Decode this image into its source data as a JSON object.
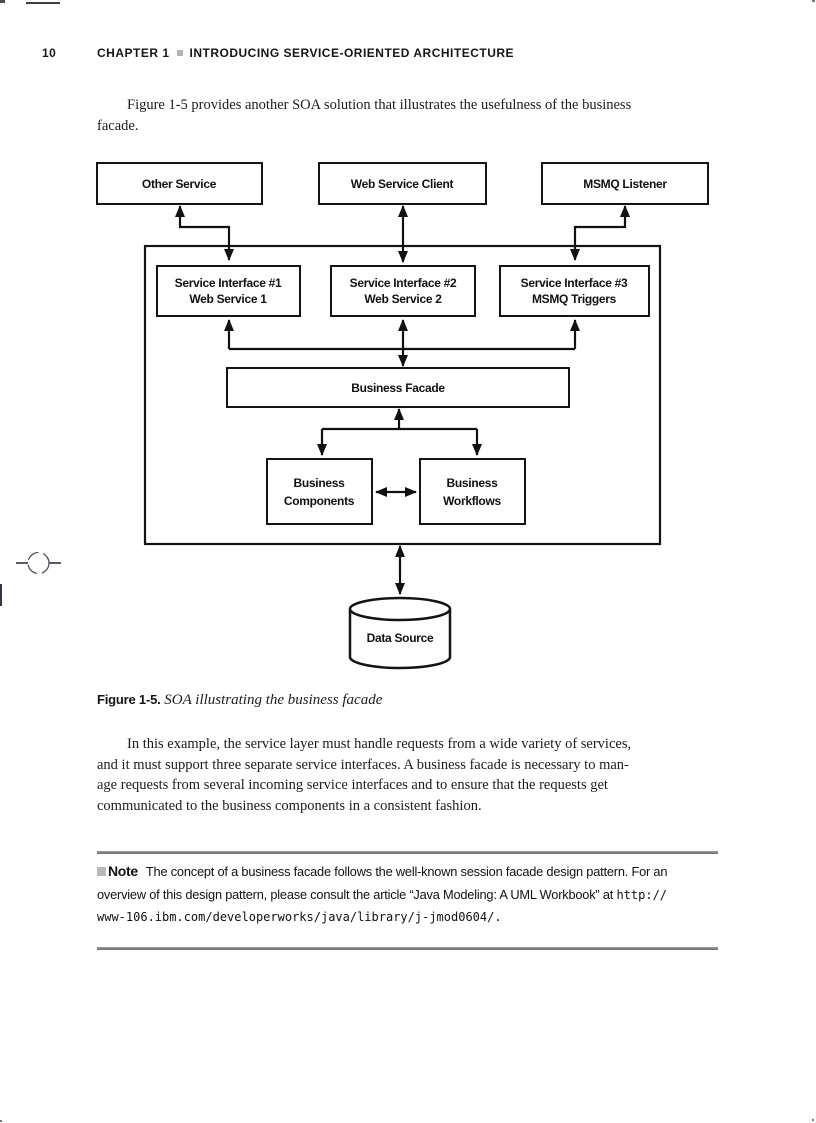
{
  "header": {
    "page_number": "10",
    "chapter": "CHAPTER 1",
    "title": "INTRODUCING SERVICE-ORIENTED ARCHITECTURE"
  },
  "intro_paragraph": {
    "line1": "Figure 1-5 provides another SOA solution that illustrates the usefulness of the business",
    "line2": "facade."
  },
  "diagram": {
    "other_service": "Other Service",
    "web_service_client": "Web Service Client",
    "msmq_listener": "MSMQ Listener",
    "service_interface_1_line1": "Service Interface #1",
    "service_interface_1_line2": "Web Service 1",
    "service_interface_2_line1": "Service Interface #2",
    "service_interface_2_line2": "Web Service 2",
    "service_interface_3_line1": "Service Interface #3",
    "service_interface_3_line2": "MSMQ Triggers",
    "business_facade": "Business Facade",
    "business_components_line1": "Business",
    "business_components_line2": "Components",
    "business_workflows_line1": "Business",
    "business_workflows_line2": "Workflows",
    "data_source": "Data Source"
  },
  "figure_caption": {
    "label": "Figure 1-5.",
    "text": " SOA illustrating the business facade"
  },
  "body_paragraph": {
    "line1": "In this example, the service layer must handle requests from a wide variety of services,",
    "line2": "and it must support three separate service interfaces. A business facade is necessary to man-",
    "line3": "age requests from several incoming service interfaces and to ensure that the requests get",
    "line4": "communicated to the business components in a consistent fashion."
  },
  "note": {
    "label": "Note",
    "line1": "The concept of a business facade follows the well-known session facade design pattern. For an",
    "line2_text": "overview of this design pattern, please consult the article “Java Modeling: A UML Workbook” at ",
    "line2_url": "http://",
    "line3_url": "www-106.ibm.com/developerworks/java/library/j-jmod0604/."
  },
  "colors": {
    "ink": "#141414",
    "rule_gray": "#8a8a8a",
    "square_gray": "#b4b4b4"
  }
}
